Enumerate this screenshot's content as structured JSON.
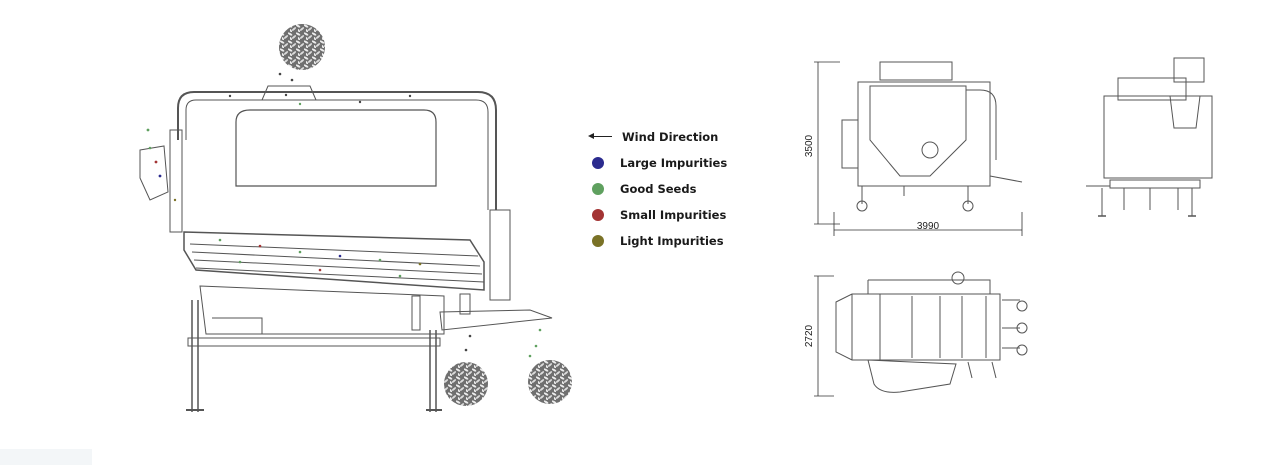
{
  "legend": {
    "wind_direction": "Wind Direction",
    "items": [
      {
        "label": "Large Impurities",
        "color": "#2b2b8e"
      },
      {
        "label": "Good Seeds",
        "color": "#5fa05f"
      },
      {
        "label": "Small Impurities",
        "color": "#a33434"
      },
      {
        "label": "Light Impurities",
        "color": "#7a7226"
      }
    ]
  },
  "dimensions": {
    "height": "3500",
    "length": "3990",
    "width": "2720"
  }
}
